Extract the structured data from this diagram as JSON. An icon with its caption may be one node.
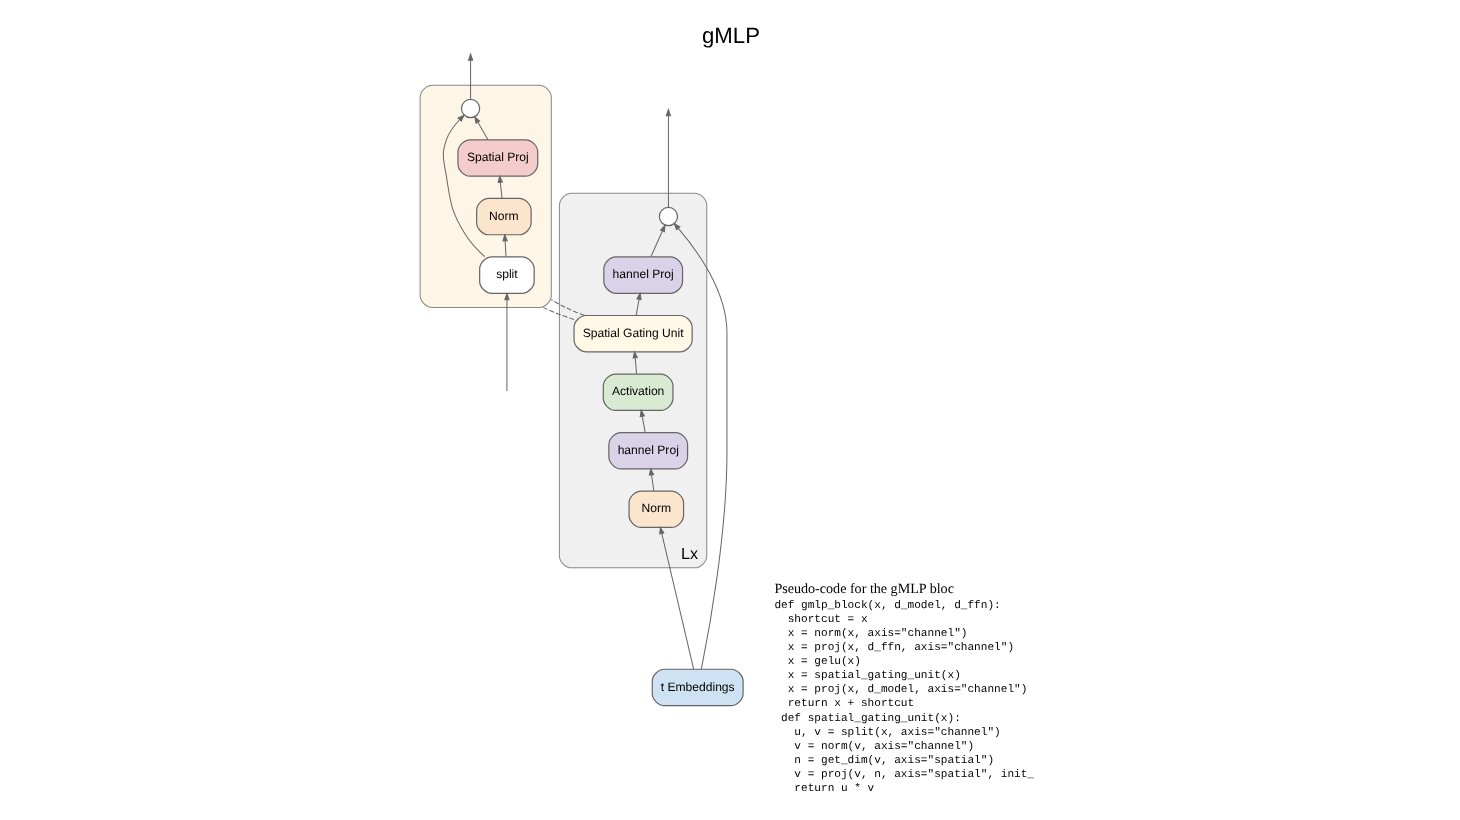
{
  "diagram": {
    "title": "gMLP",
    "nodes": [
      {
        "text": [
          "Lx"
        ]
      },
      {
        "text": [],
        "shape": "circle",
        "in": 0
      },
      {
        "text": [
          "hannel Proj"
        ],
        "in": 0
      },
      {
        "text": [
          "Spatial Gating Unit"
        ],
        "in": 0
      },
      {
        "text": [
          "Activation"
        ],
        "in": 0
      },
      {
        "text": [
          "hannel Proj"
        ],
        "in": 0
      },
      {
        "text": [
          "Norm"
        ],
        "in": 0
      },
      {
        "text": [
          "t Embeddings"
        ]
      },
      {
        "text": [],
        "shape": "box"
      },
      {
        "text": [],
        "shape": "circle",
        "in": 8
      },
      {
        "text": [
          "Spatial Proj"
        ],
        "in": 8
      },
      {
        "text": [
          "Norm"
        ],
        "in": 8
      },
      {
        "text": [
          "split"
        ],
        "in": 8
      }
    ],
    "edges": [
      {
        "from": 7,
        "to": 6,
        "arrow": "to"
      },
      {
        "from": 6,
        "to": 5,
        "arrow": "to"
      },
      {
        "from": 5,
        "to": 4,
        "arrow": "to"
      },
      {
        "from": 4,
        "to": 3,
        "arrow": "to"
      },
      {
        "from": 3,
        "to": 2,
        "arrow": "to"
      },
      {
        "from": 2,
        "to": 1,
        "arrow": "to"
      },
      {
        "from": 7,
        "to": 1,
        "arrow": "to"
      },
      {
        "from": 1,
        "to": null,
        "arrow": "to"
      },
      {
        "from": 3,
        "to": 8,
        "arrow": "none",
        "style": "dashed"
      },
      {
        "from": 3,
        "to": 8,
        "arrow": "none",
        "style": "dashed"
      },
      {
        "from": null,
        "to": 12,
        "arrow": "to"
      },
      {
        "from": 12,
        "to": 9,
        "arrow": "to"
      },
      {
        "from": 12,
        "to": 11,
        "arrow": "to"
      },
      {
        "from": 11,
        "to": 10,
        "arrow": "to"
      },
      {
        "from": 10,
        "to": 9,
        "arrow": "to"
      },
      {
        "from": 9,
        "to": null,
        "arrow": "to"
      }
    ],
    "labels": [
      "Pseudo-code for the gMLP bloc",
      "def gmlp_block(x, d_model, d_ffn):",
      "  shortcut = x",
      "  x = norm(x, axis=\"channel\")",
      "  x = proj(x, d_ffn, axis=\"channel\")",
      "  x = gelu(x)",
      "  x = spatial_gating_unit(x)",
      "  x = proj(x, d_model, axis=\"channel\")",
      "  return x + shortcut",
      " def spatial_gating_unit(x):",
      "   u, v = split(x, axis=\"channel\")",
      "   v = norm(v, axis=\"channel\")",
      "   n = get_dim(v, axis=\"spatial\")",
      "   v = proj(v, n, axis=\"spatial\", init_",
      "   return u * v"
    ]
  }
}
